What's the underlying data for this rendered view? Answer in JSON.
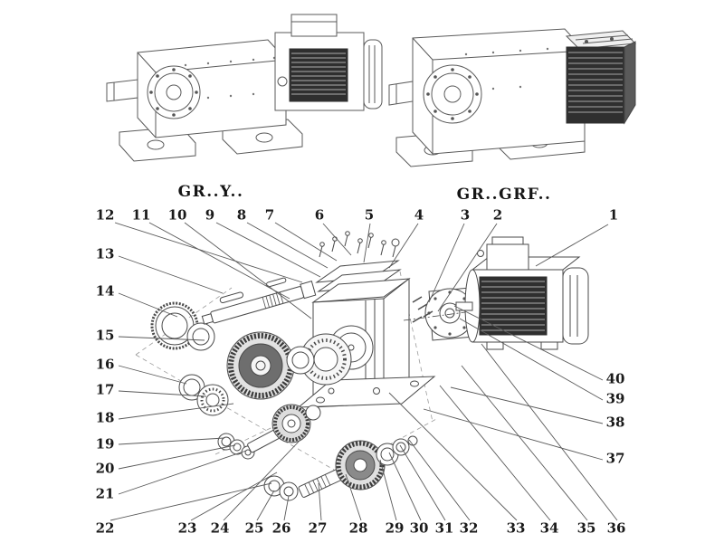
{
  "variants": {
    "left": "GR..Y..",
    "right": "GR..GRF.."
  },
  "callouts": {
    "top": [
      "12",
      "11",
      "10",
      "9",
      "8",
      "7",
      "6",
      "5",
      "4",
      "3",
      "2",
      "1"
    ],
    "left": [
      "13",
      "14",
      "15",
      "16",
      "17",
      "18",
      "19",
      "20",
      "21"
    ],
    "right": [
      "40",
      "39",
      "38",
      "37"
    ],
    "bottom": [
      "22",
      "23",
      "24",
      "25",
      "26",
      "27",
      "28",
      "29",
      "30",
      "31",
      "32",
      "33",
      "34",
      "35",
      "36"
    ]
  }
}
